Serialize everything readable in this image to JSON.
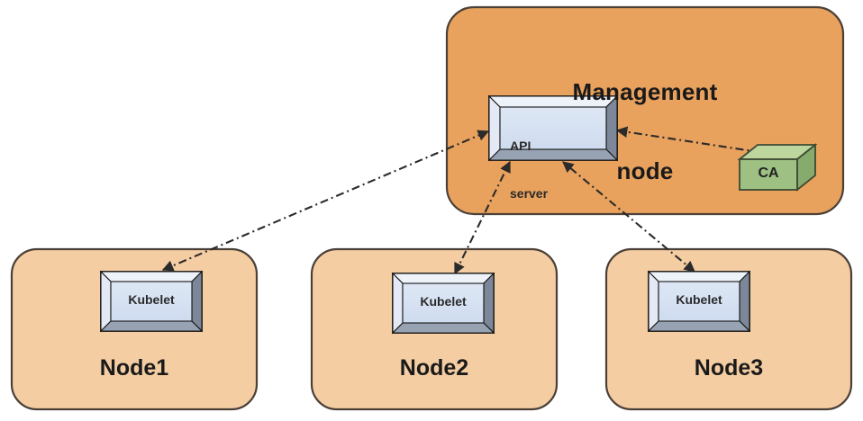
{
  "diagram": {
    "title_semantic": "kubernetes-node-certificate-flow",
    "colors": {
      "management_fill": "#e9a25d",
      "management_stroke": "#4a4038",
      "node_fill": "#f5cda2",
      "node_stroke": "#4a4038",
      "service_box_fill": "#d6e2f2",
      "service_box_bevel_light": "#e8eff9",
      "service_box_bevel_dark": "#8d99a8",
      "service_box_stroke": "#1a1a1a",
      "ca_top_fill": "#b9d39a",
      "ca_front_fill": "#9ec183",
      "ca_side_fill": "#86a96c",
      "ca_stroke": "#3d4a33",
      "connector": "#2b2b2b",
      "background": "#ffffff"
    }
  },
  "management_node": {
    "label_line1": "Management",
    "label_line2": "node",
    "api_server": {
      "label_line1": "API",
      "label_line2": "server"
    },
    "ca": {
      "label": "CA"
    }
  },
  "nodes": [
    {
      "name": "Node1",
      "service_label": "Kubelet"
    },
    {
      "name": "Node2",
      "service_label": "Kubelet"
    },
    {
      "name": "Node3",
      "service_label": "Kubelet"
    }
  ],
  "connectors": [
    {
      "id": "node1-kubelet-to-api-server",
      "from": "Node1 Kubelet",
      "to": "API server",
      "style": "dash-dot",
      "arrows": "both"
    },
    {
      "id": "node2-kubelet-to-api-server",
      "from": "Node2 Kubelet",
      "to": "API server",
      "style": "dash-dot",
      "arrows": "both"
    },
    {
      "id": "node3-kubelet-to-api-server",
      "from": "Node3 Kubelet",
      "to": "API server",
      "style": "dash-dot",
      "arrows": "both"
    },
    {
      "id": "api-server-to-ca",
      "from": "API server",
      "to": "CA",
      "style": "dash-dot",
      "arrows": "both"
    }
  ]
}
